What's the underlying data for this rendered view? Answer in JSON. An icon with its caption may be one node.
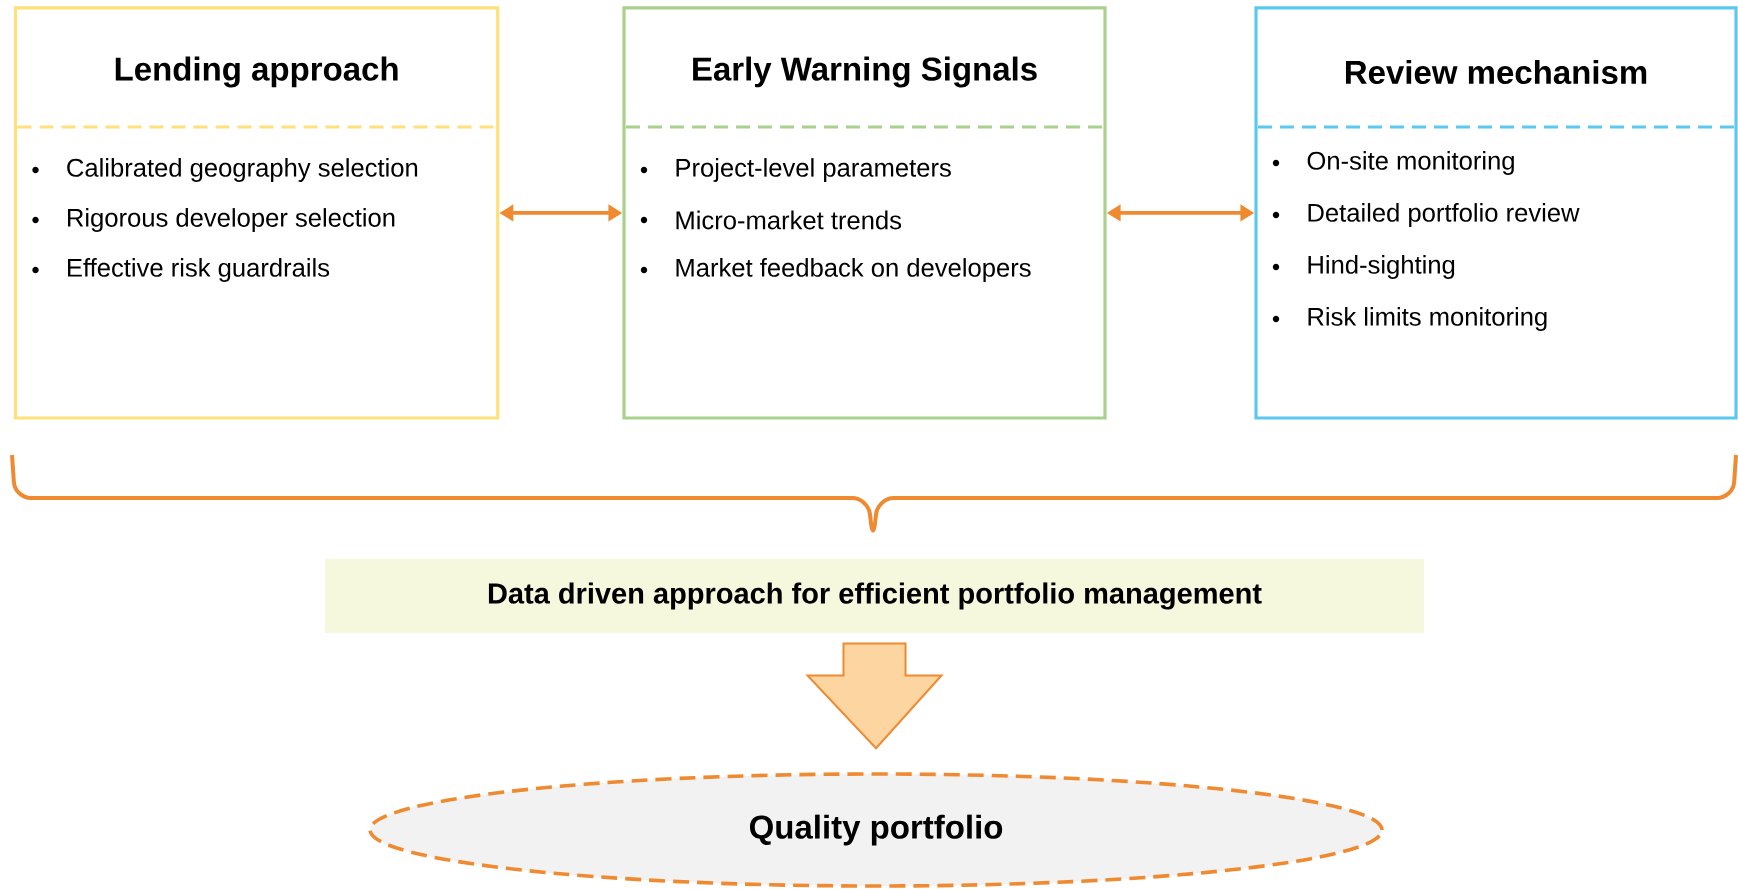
{
  "diagram": {
    "nodes": [
      {
        "text": [
          "Lending approach",
          "Calibrated geography selection",
          "Rigorous developer selection",
          "Effective risk guardrails"
        ]
      },
      {
        "text": [
          "Early Warning Signals",
          "Project-level parameters",
          "Micro-market trends",
          "Market feedback on developers"
        ]
      },
      {
        "text": [
          "Review mechanism",
          "On-site monitoring",
          "Detailed portfolio review",
          "Hind-sighting",
          "Risk limits monitoring"
        ]
      },
      {
        "text": [
          "Data driven approach for efficient portfolio management"
        ]
      },
      {
        "text": [
          "Quality portfolio"
        ]
      }
    ],
    "edges": [
      {
        "from": 0,
        "to": 1,
        "arrow": "both"
      },
      {
        "from": 1,
        "to": 2,
        "arrow": "both"
      },
      {
        "from": 3,
        "to": 4,
        "arrow": "to"
      }
    ]
  }
}
